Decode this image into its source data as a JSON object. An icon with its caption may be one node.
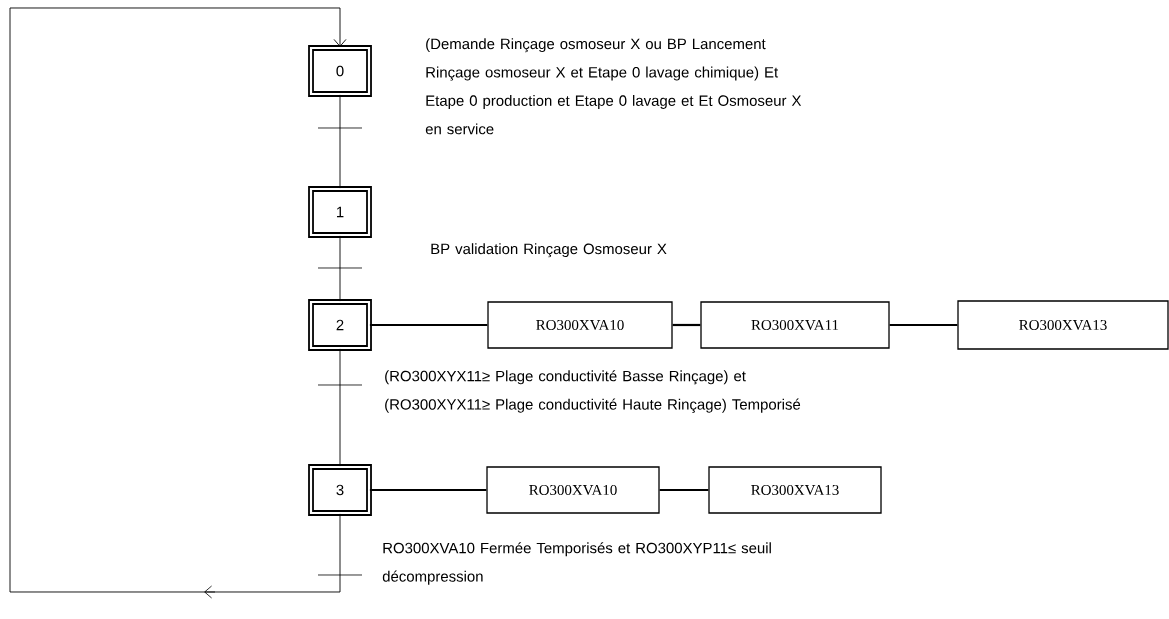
{
  "diagram": {
    "nodes": [
      {
        "text": [
          "0"
        ]
      },
      {
        "text": [
          "1"
        ]
      },
      {
        "text": [
          "2"
        ]
      },
      {
        "text": [
          "3"
        ]
      },
      {
        "text": [
          "RO300XVA10"
        ]
      },
      {
        "text": [
          "RO300XVA11"
        ]
      },
      {
        "text": [
          "RO300XVA13"
        ]
      },
      {
        "text": [
          "RO300XVA10"
        ]
      },
      {
        "text": [
          "RO300XVA13"
        ]
      }
    ],
    "edges": [
      {
        "from": 0,
        "to": 1,
        "arrow": "none"
      },
      {
        "from": 1,
        "to": 2,
        "arrow": "none"
      },
      {
        "from": 2,
        "to": 3,
        "arrow": "none"
      },
      {
        "from": 3,
        "to": 0,
        "arrow": "to"
      },
      {
        "from": 2,
        "to": 4,
        "arrow": "none"
      },
      {
        "from": 4,
        "to": 5,
        "arrow": "none"
      },
      {
        "from": 5,
        "to": 6,
        "arrow": "none"
      },
      {
        "from": 3,
        "to": 7,
        "arrow": "none"
      },
      {
        "from": 7,
        "to": 8,
        "arrow": "none"
      }
    ],
    "labels": [
      "(Demande Rinçage osmoseur X ou BP Lancement Rinçage osmoseur X et Etape 0 lavage chimique) Et Etape 0 production et Etape 0 lavage et Et Osmoseur X en service",
      "BP validation Rinçage Osmoseur X",
      "(RO300XYX11≥ Plage conductivité Basse Rinçage) et (RO300XYX11≥ Plage conductivité Haute Rinçage) Temporisé",
      "RO300XVA10 Fermée Temporisés et RO300XYP11≤ seuil décompression"
    ]
  }
}
